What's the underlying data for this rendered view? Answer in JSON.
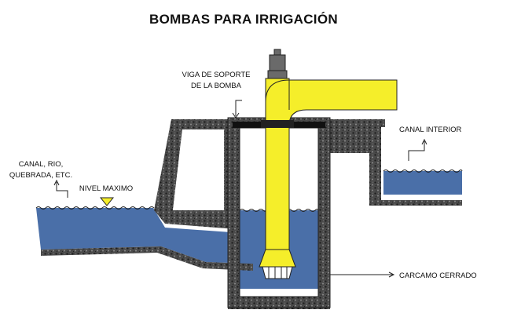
{
  "title": "BOMBAS PARA IRRIGACIÓN",
  "labels": {
    "support_line1": "VIGA DE SOPORTE",
    "support_line2": "DE LA BOMBA",
    "canal_interior": "CANAL INTERIOR",
    "source_line1": "CANAL, RIO,",
    "source_line2": "QUEBRADA, ETC.",
    "max_level": "NIVEL MAXIMO",
    "sump": "CARCAMO CERRADO"
  },
  "colors": {
    "water": "#4a6fa8",
    "pump": "#f5ee2a",
    "concrete": "#3a3a3a",
    "motor": "#6a6a6a"
  }
}
